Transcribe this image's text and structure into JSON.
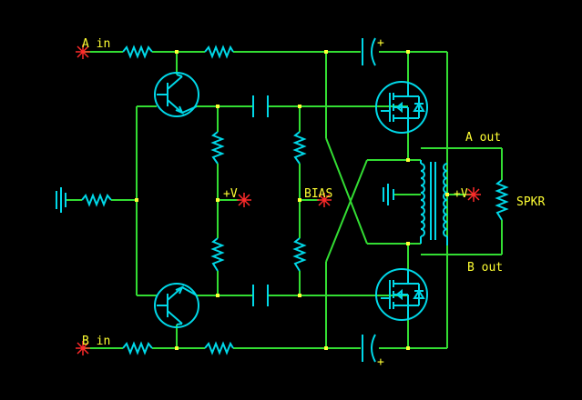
{
  "labels": {
    "a_in": "A in",
    "b_in": "B in",
    "a_out": "A out",
    "b_out": "B out",
    "spkr": "SPKR",
    "bias": "BIAS",
    "plus_v_1": "+V",
    "plus_v_2": "+V",
    "cap_plus_top": "+",
    "cap_plus_bottom": "+"
  },
  "colors": {
    "background": "#000000",
    "wire": "#33dd33",
    "component": "#00d8e8",
    "label": "#ffff33",
    "port_marker": "#ff2a2a",
    "junction": "#ffff33"
  }
}
